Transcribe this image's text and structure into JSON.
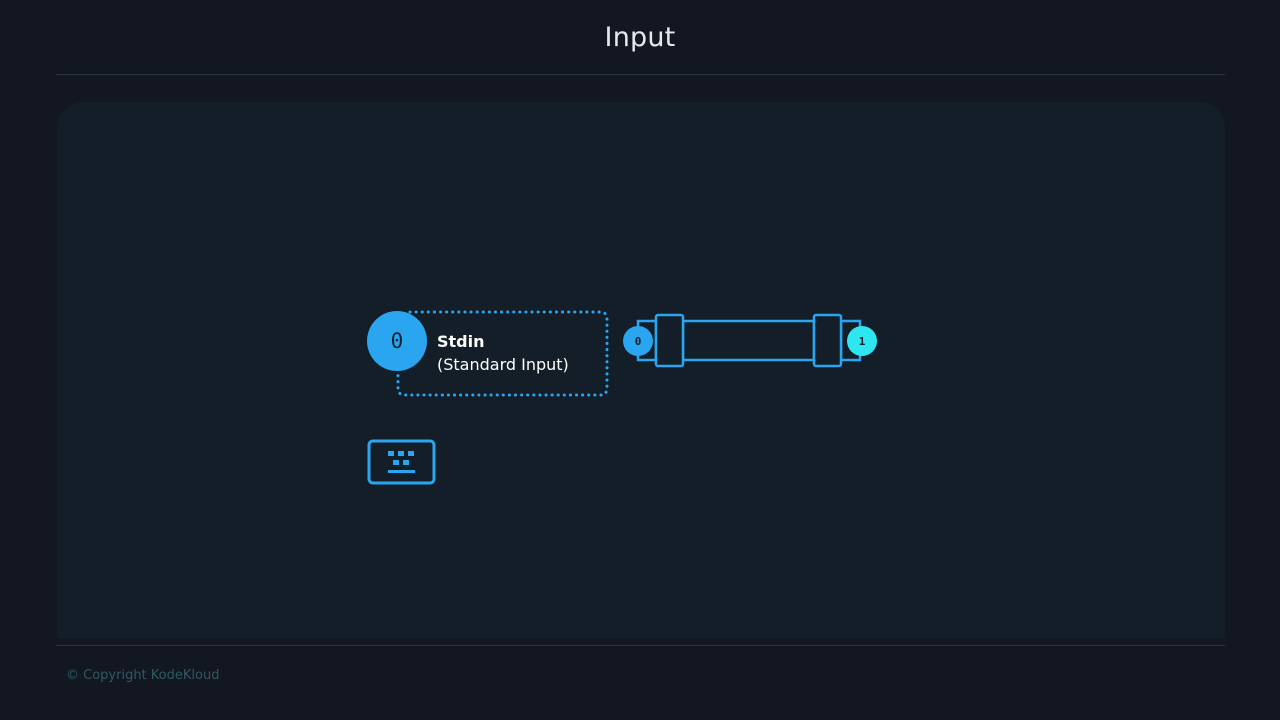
{
  "slide": {
    "title": "Input",
    "copyright": "© Copyright KodeKloud"
  },
  "stream": {
    "fd_number": "0",
    "name": "Stdin",
    "description": "(Standard Input)"
  },
  "pipe": {
    "left_end": "0",
    "right_end": "1"
  },
  "icons": {
    "input_device": "keyboard-icon"
  },
  "colors": {
    "background": "#131722",
    "panel": "#131e28",
    "accent_blue": "#2aa5ef",
    "accent_cyan": "#2ee6f0",
    "copyright": "#2d5a62"
  }
}
